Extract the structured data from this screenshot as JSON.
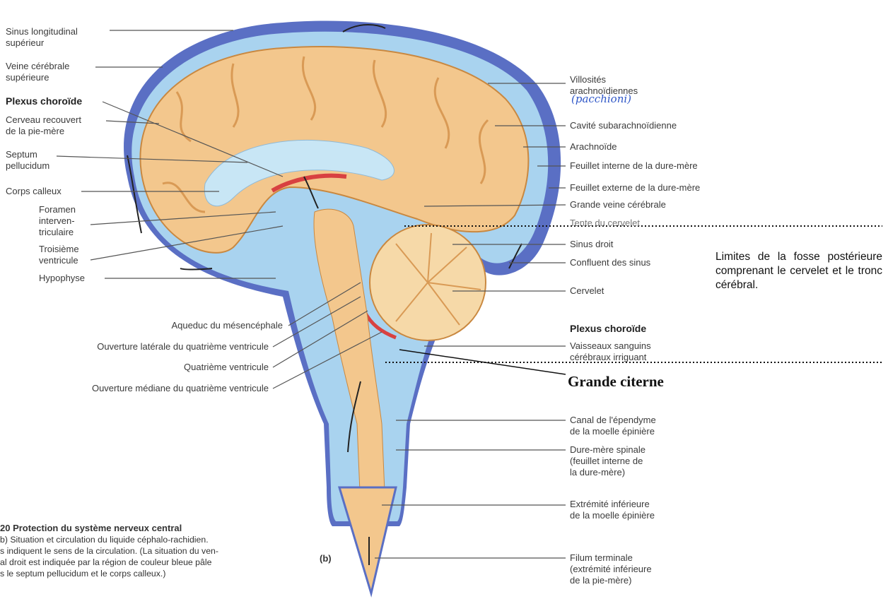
{
  "labels_left": {
    "sinus_longitudinal": "Sinus longitudinal\nsupérieur",
    "veine_cerebrale_sup": "Veine cérébrale\nsupérieure",
    "plexus_choroide_top": "Plexus choroïde",
    "cerveau": "Cerveau recouvert\nde la pie-mère",
    "septum": "Septum\npellucidum",
    "corps_calleux": "Corps calleux",
    "foramen": "Foramen\ninterven-\ntriculaire",
    "troisieme": "Troisième\nventricule",
    "hypophyse": "Hypophyse",
    "aqueduc": "Aqueduc du mésencéphale",
    "ouverture_laterale": "Ouverture latérale du quatrième ventricule",
    "quatrieme": "Quatrième ventricule",
    "ouverture_mediane": "Ouverture médiane du quatrième ventricule"
  },
  "labels_right": {
    "villosites": "Villosités\narachnoïdiennes",
    "pacchioni": "(pacchioni)",
    "cavite": "Cavité subarachnoïdienne",
    "arachnoide": "Arachnoïde",
    "feuillet_interne": "Feuillet interne de la dure-mère",
    "feuillet_externe": "Feuillet externe de la dure-mère",
    "grande_veine": "Grande veine cérébrale",
    "tente": "Tente du cervelet",
    "sinus_droit": "Sinus droit",
    "confluent": "Confluent des sinus",
    "cervelet": "Cervelet",
    "plexus_choroide_bottom": "Plexus choroïde",
    "vaisseaux": "Vaisseaux sanguins\ncérébraux irriguant",
    "canal": "Canal de l'épendyme\nde la moelle épinière",
    "dure_mere_spinale": "Dure-mère spinale\n(feuillet interne de\nla dure-mère)",
    "extremite": "Extrémité inférieure\nde la moelle épinière",
    "filum": "Filum terminale\n(extrémité inférieure\nde la pie-mère)"
  },
  "annotations": {
    "note": "Limites de la fosse postérieure comprenant le cervelet et le tronc cérébral.",
    "grande_citerne": "Grande citerne"
  },
  "caption": {
    "title": "20   Protection du système nerveux central",
    "lines": [
      "b) Situation et circulation du liquide céphalo-rachidien.",
      "s indiquent le sens de la circulation. (La situation du ven-",
      "al droit est indiquée par la région de couleur bleue pâle",
      "s le septum pellucidum et le corps calleux.)"
    ]
  },
  "figure_label": "(b)",
  "colors": {
    "dura": "#5a6fc4",
    "csf": "#a9d3ef",
    "brain": "#f3c78d",
    "brain_shadow": "#d99a55",
    "plexus": "#d84141",
    "line": "#444444"
  }
}
